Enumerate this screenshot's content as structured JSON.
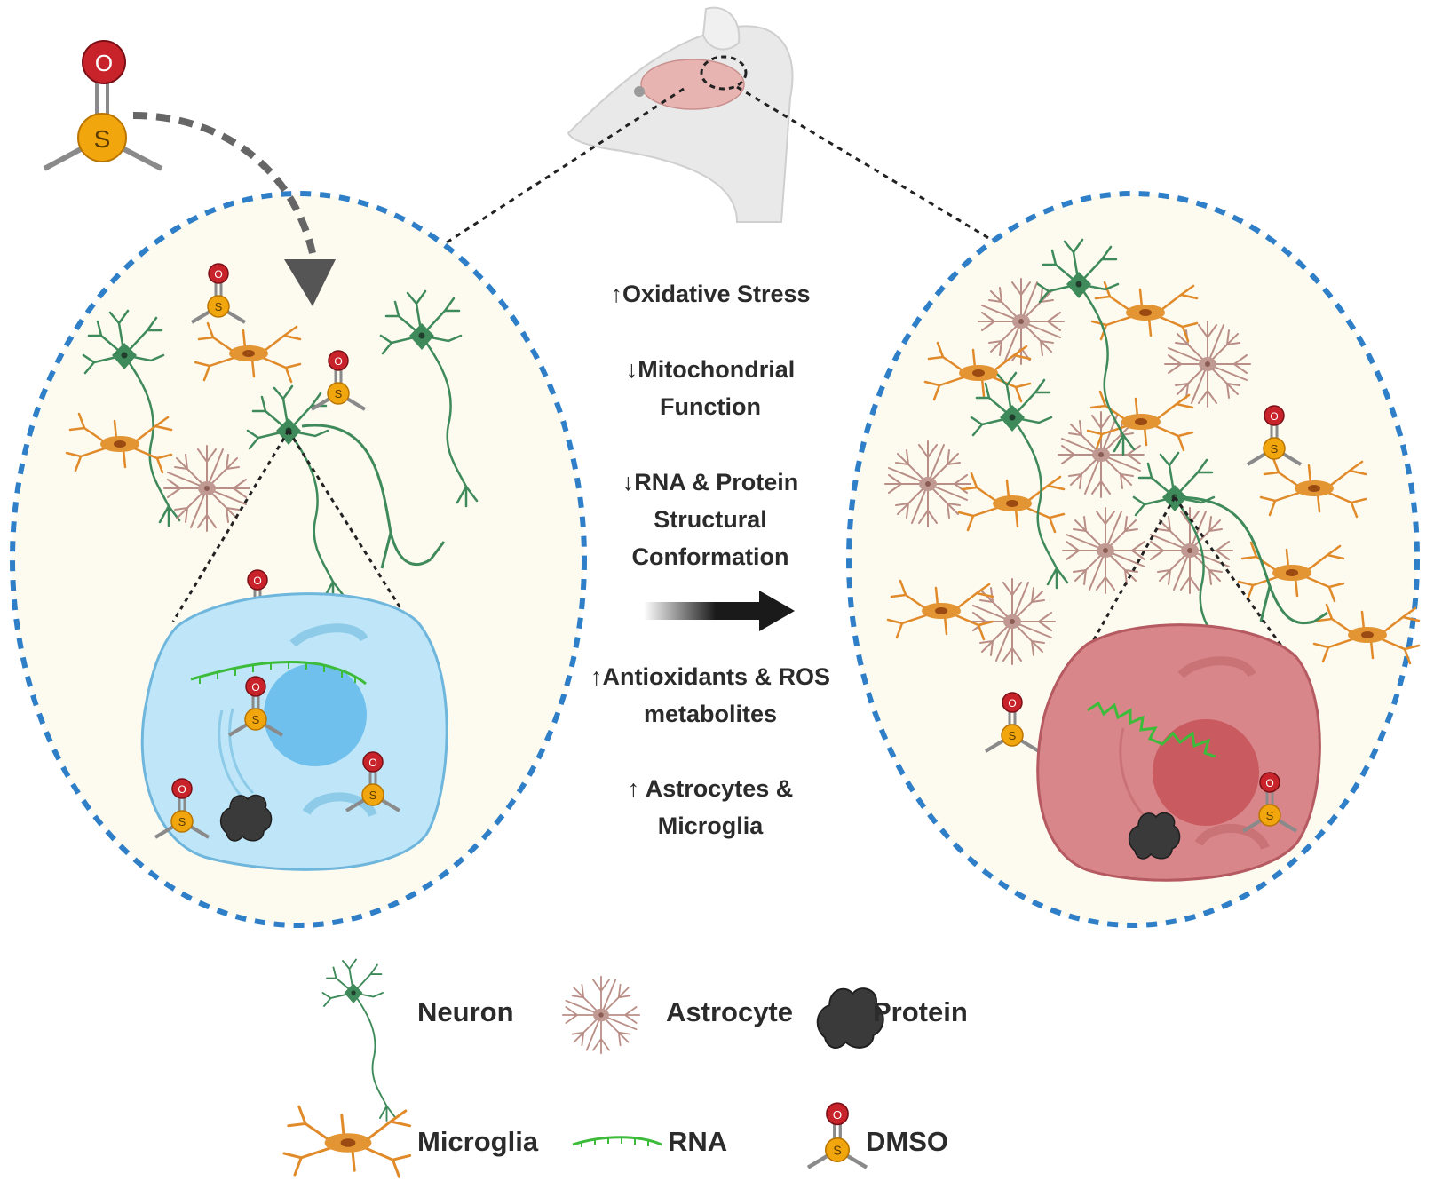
{
  "molecule": {
    "oxygen_letter": "O",
    "sulfur_letter": "S"
  },
  "effects": [
    {
      "arrow": "↑",
      "text": "Oxidative Stress"
    },
    {
      "arrow": "↓",
      "text": "Mitochondrial\nFunction"
    },
    {
      "arrow": "↓",
      "text": "RNA & Protein\nStructural\nConformation"
    },
    {
      "arrow": "↑",
      "text": "Antioxidants & ROS\nmetabolites"
    },
    {
      "arrow": "↑",
      "text": " Astrocytes &\nMicroglia"
    }
  ],
  "legend": {
    "neuron": "Neuron",
    "astrocyte": "Astrocyte",
    "protein": "Protein",
    "microglia": "Microglia",
    "rna": "RNA",
    "dmso": "DMSO"
  },
  "colors": {
    "neuron": "#3f8a5a",
    "astrocyte": "#b98e86",
    "microglia": "#e08a2a",
    "rna": "#3dbb3a",
    "protein": "#3a3a3a",
    "dashed_circle": "#2f7fc8",
    "healthy_cell": "#bfe6f8",
    "damaged_cell": "#d9868a",
    "oxygen": "#c8232b",
    "sulfur": "#f2a60e"
  }
}
